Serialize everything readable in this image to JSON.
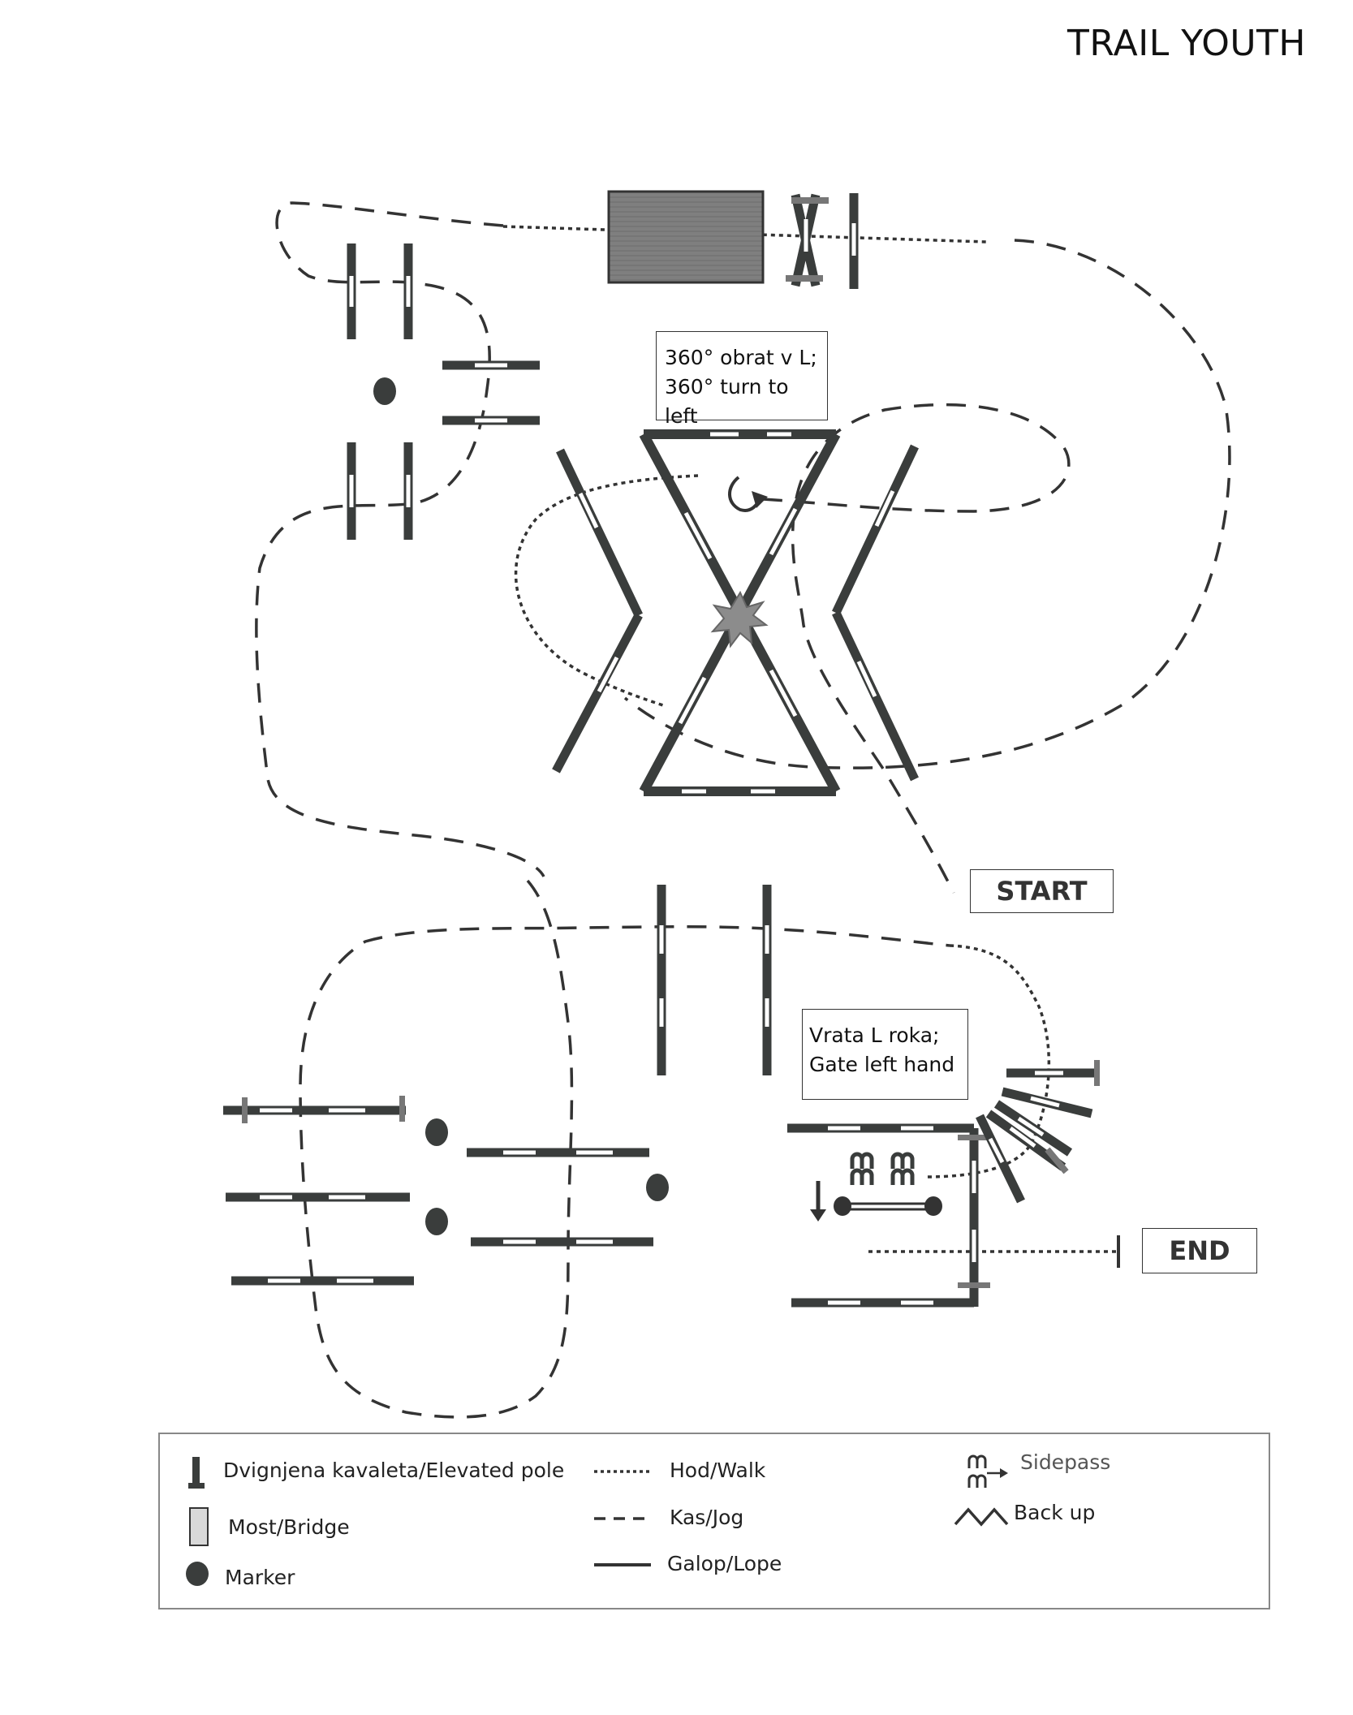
{
  "title": "TRAIL YOUTH",
  "notes": {
    "turn_line1": "360° obrat v L;",
    "turn_line2": "360° turn to left",
    "gate_line1": "Vrata L roka;",
    "gate_line2": "Gate left hand"
  },
  "start_label": "START",
  "end_label": "END",
  "legend": {
    "elevated_pole": "Dvignjena kavaleta/Elevated pole",
    "bridge": "Most/Bridge",
    "marker": "Marker",
    "walk": "Hod/Walk",
    "jog": "Kas/Jog",
    "lope": "Galop/Lope",
    "sidepass": "Sidepass",
    "back_up": "Back up"
  },
  "colors": {
    "pole_dark": "#3a3d3c",
    "pole_light": "#ffffff",
    "bridge_fill": "#8a8a8a",
    "path": "#333333"
  }
}
